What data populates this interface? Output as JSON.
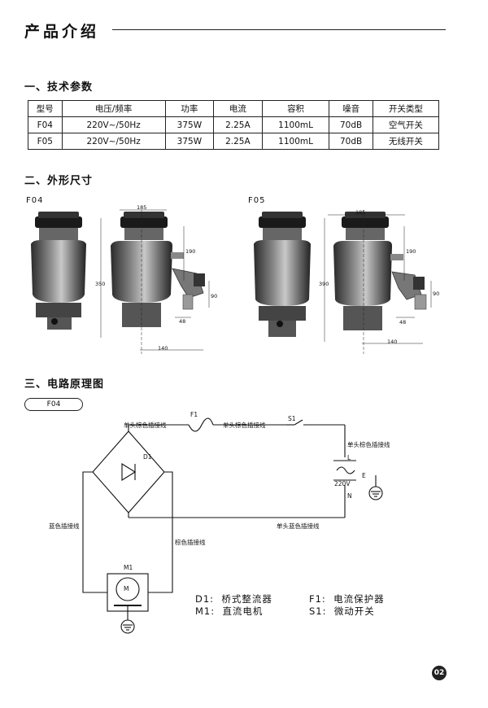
{
  "page_title": "产品介绍",
  "sections": {
    "specs": "一、技术参数",
    "dimensions": "二、外形尺寸",
    "circuit": "三、电路原理图"
  },
  "spec_table": {
    "headers": [
      "型号",
      "电压/频率",
      "功率",
      "电流",
      "容积",
      "噪音",
      "开关类型"
    ],
    "rows": [
      [
        "F04",
        "220V~/50Hz",
        "375W",
        "2.25A",
        "1100mL",
        "70dB",
        "空气开关"
      ],
      [
        "F05",
        "220V~/50Hz",
        "375W",
        "2.25A",
        "1100mL",
        "70dB",
        "无线开关"
      ]
    ]
  },
  "figures": {
    "f04_label": "F04",
    "f05_label": "F05",
    "f04_dims": {
      "width_top": "185",
      "height": "350",
      "side": "190",
      "outlet": "90",
      "base": "48",
      "bottom": "140"
    },
    "f05_dims": {
      "width_top": "185",
      "height": "390",
      "side": "190",
      "outlet": "90",
      "base": "48",
      "bottom": "140"
    }
  },
  "circuit": {
    "model_badge": "F04",
    "labels": {
      "f1": "F1",
      "s1": "S1",
      "d1": "D1",
      "m1": "M1",
      "m": "M",
      "l": "L",
      "n": "N",
      "e": "E",
      "voltage": "220V",
      "wire_top_left": "单头棕色插接线",
      "wire_top_mid": "单头棕色插接线",
      "wire_right": "单头棕色插接线",
      "wire_bottom": "单头蓝色插接线",
      "wire_left": "蓝色插接线",
      "wire_center": "棕色插接线"
    },
    "legend": [
      {
        "code": "D1:",
        "desc": "桥式整流器"
      },
      {
        "code": "F1:",
        "desc": "电流保护器"
      },
      {
        "code": "M1:",
        "desc": "直流电机"
      },
      {
        "code": "S1:",
        "desc": "微动开关"
      }
    ]
  },
  "page_number": "02"
}
